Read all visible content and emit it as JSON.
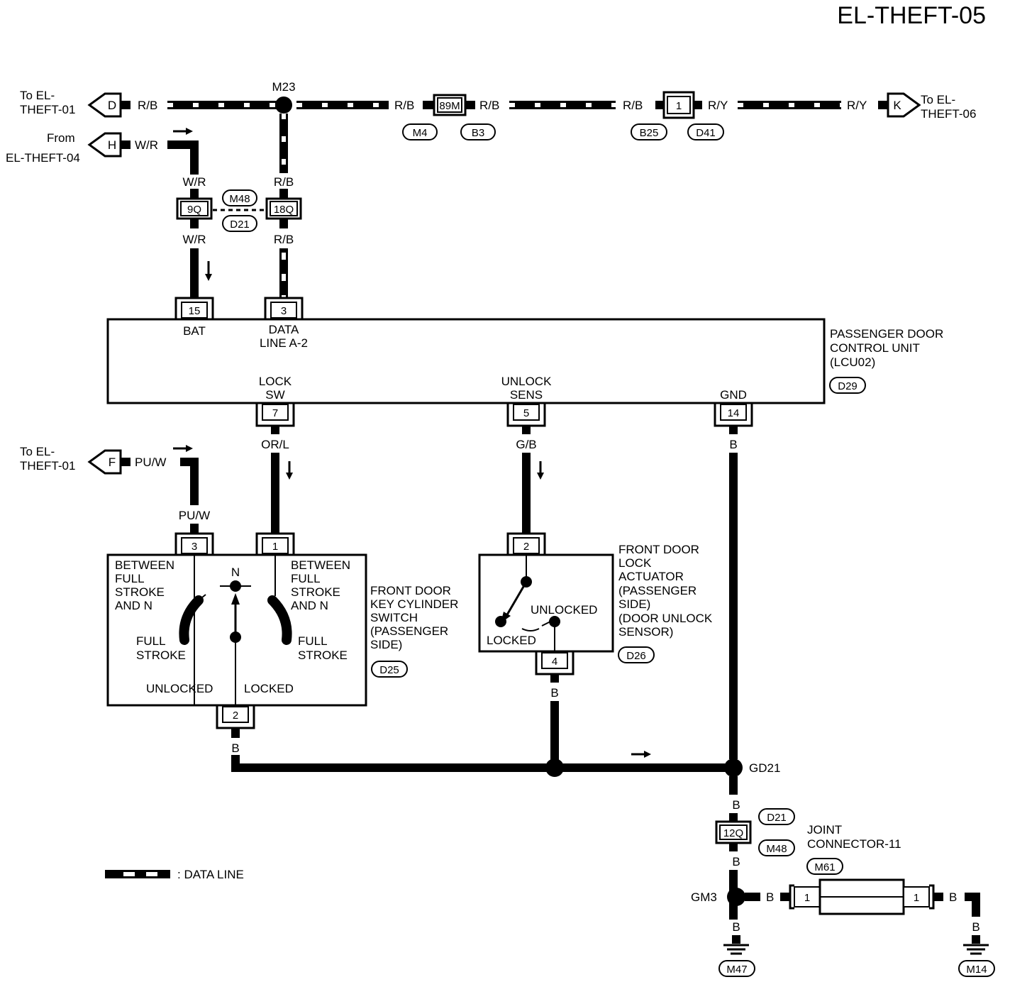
{
  "page_code": "EL-THEFT-05",
  "splice_labels": {
    "m23": "M23",
    "gd21": "GD21",
    "gm3": "GM3"
  },
  "connectors": {
    "c89m": "89M",
    "c1_b25": "1",
    "c9q": "9Q",
    "c18q": "18Q",
    "c12q": "12Q",
    "pin15": "15",
    "pin3_unit": "3",
    "pin7": "7",
    "pin5": "5",
    "pin14": "14",
    "pin3_sw": "3",
    "pin1_sw": "1",
    "pin2_sw": "2",
    "pin2_act": "2",
    "pin4_act": "4",
    "jc_left": "1",
    "jc_right": "1"
  },
  "connector_ids": {
    "m4": "M4",
    "b3": "B3",
    "b25": "B25",
    "d41": "D41",
    "m48a": "M48",
    "d21a": "D21",
    "d29": "D29",
    "d25": "D25",
    "d26": "D26",
    "d21b": "D21",
    "m48b": "M48",
    "m61": "M61",
    "m47": "M47",
    "m14": "M14"
  },
  "offpage": {
    "d": {
      "letter": "D",
      "text1": "To EL-",
      "text2": "THEFT-01"
    },
    "h": {
      "letter": "H",
      "text1": "From",
      "text2": "EL-THEFT-04"
    },
    "k": {
      "letter": "K",
      "text1": "To EL-",
      "text2": "THEFT-06"
    },
    "f": {
      "letter": "F",
      "text1": "To EL-",
      "text2": "THEFT-01"
    }
  },
  "wire_colors": {
    "rb_d": "R/B",
    "rb_89m_l": "R/B",
    "rb_89m_r": "R/B",
    "rb_b25": "R/B",
    "ry_1": "R/Y",
    "ry_2": "R/Y",
    "wr_h": "W/R",
    "wr_top": "W/R",
    "wr_bot": "W/R",
    "rb_top": "R/B",
    "rb_bot": "R/B",
    "orl": "OR/L",
    "gb": "G/B",
    "b_gnd": "B",
    "puw_f": "PU/W",
    "puw_v": "PU/W",
    "b_sw": "B",
    "b_act": "B",
    "b_gd21": "B",
    "b_12q": "B",
    "b_gm3l": "B",
    "b_jcr": "B",
    "b_m47": "B",
    "b_m14": "B"
  },
  "control_unit": {
    "name1": "PASSENGER DOOR",
    "name2": "CONTROL UNIT",
    "name3": "(LCU02)",
    "bat": "BAT",
    "data1": "DATA",
    "data2": "LINE A-2",
    "lock1": "LOCK",
    "lock2": "SW",
    "unlock1": "UNLOCK",
    "unlock2": "SENS",
    "gnd": "GND"
  },
  "key_switch": {
    "name1": "FRONT DOOR",
    "name2": "KEY CYLINDER",
    "name3": "SWITCH",
    "name4": "(PASSENGER",
    "name5": " SIDE)",
    "bl1": "BETWEEN",
    "bl2": "FULL",
    "bl3": "STROKE",
    "bl4": "AND N",
    "br1": "BETWEEN",
    "br2": "FULL",
    "br3": "STROKE",
    "br4": "AND N",
    "n": "N",
    "fsl1": "FULL",
    "fsl2": "STROKE",
    "fsr1": "FULL",
    "fsr2": "STROKE",
    "unlocked": "UNLOCKED",
    "locked": "LOCKED"
  },
  "actuator": {
    "name1": "FRONT DOOR",
    "name2": "LOCK",
    "name3": "ACTUATOR",
    "name4": "(PASSENGER",
    "name5": " SIDE)",
    "name6": "(DOOR UNLOCK",
    "name7": " SENSOR)",
    "unlocked": "UNLOCKED",
    "locked": "LOCKED"
  },
  "joint_connector": {
    "name1": "JOINT",
    "name2": "CONNECTOR-11"
  },
  "legend": {
    "data_line": ": DATA LINE"
  }
}
